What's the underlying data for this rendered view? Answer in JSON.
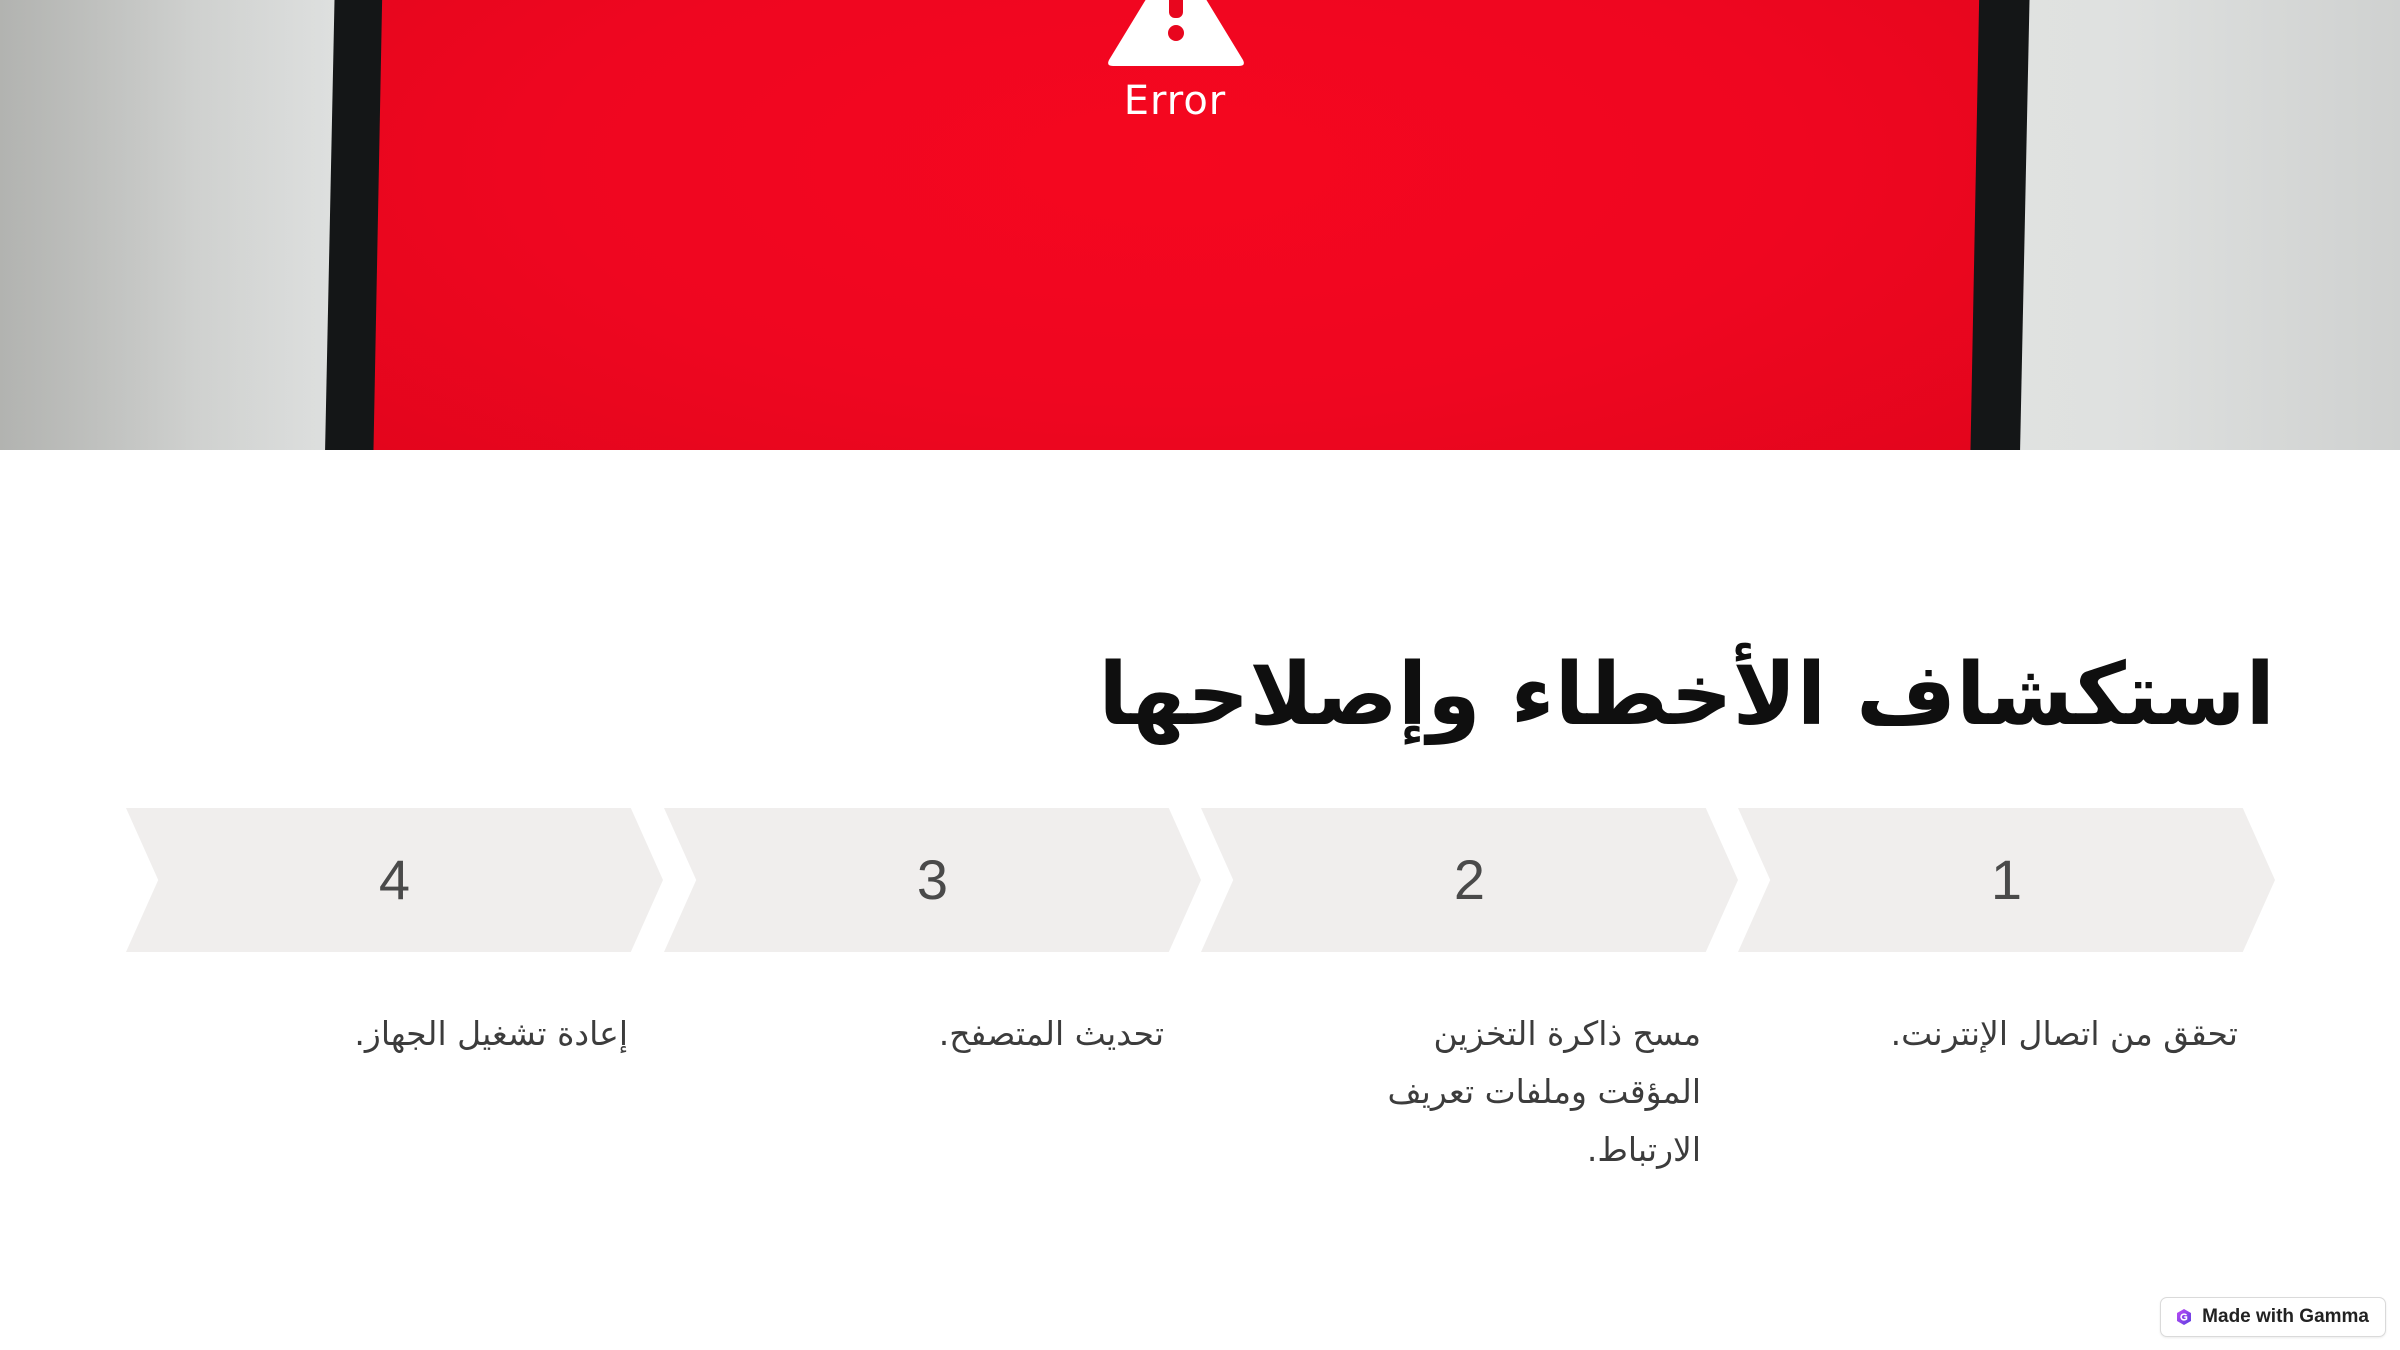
{
  "hero": {
    "error_label": "Error",
    "icon": "warning-triangle-icon",
    "screen_color": "#f0071f"
  },
  "title": "استكشاف الأخطاء وإصلاحها",
  "steps": [
    {
      "number": "1",
      "text": "تحقق من اتصال الإنترنت."
    },
    {
      "number": "2",
      "text": "مسح ذاكرة التخزين المؤقت وملفات تعريف الارتباط."
    },
    {
      "number": "3",
      "text": "تحديث المتصفح."
    },
    {
      "number": "4",
      "text": "إعادة تشغيل الجهاز."
    }
  ],
  "badge": {
    "label": "Made with Gamma",
    "icon": "gamma-logo-icon"
  },
  "colors": {
    "chevron_bg": "#f0eeed",
    "title": "#0f0f0f",
    "body_text": "#3c3c3c"
  }
}
